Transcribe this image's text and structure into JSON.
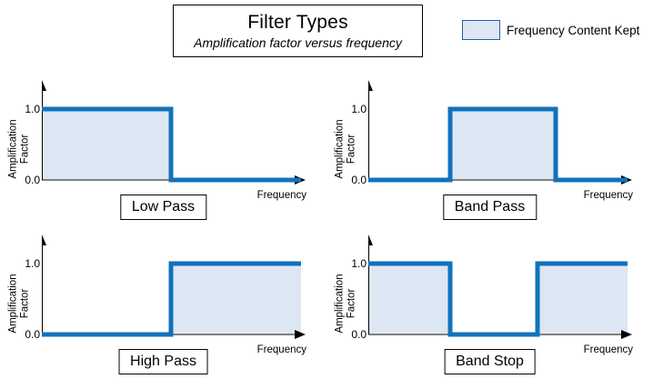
{
  "header": {
    "title": "Filter Types",
    "subtitle": "Amplification factor versus frequency",
    "legend": {
      "label": "Frequency Content Kept",
      "swatch_fill": "#dde7f3",
      "swatch_stroke": "#2b5f9e"
    }
  },
  "style": {
    "line_color": "#1072bc",
    "fill_color": "#dde7f3",
    "axis_color": "#000000",
    "baseline_color": "#808080"
  },
  "axes": {
    "ylabel_line1": "Amplification",
    "ylabel_line2": "Factor",
    "xlabel": "Frequency",
    "tick_high": "1.0",
    "tick_low": "0.0"
  },
  "chart_data": [
    {
      "type": "line",
      "title": "Low Pass",
      "xlabel": "Frequency",
      "ylabel": "Amplification Factor",
      "ylim": [
        0,
        1
      ],
      "xlim": [
        0,
        1
      ],
      "yticks": [
        0.0,
        1.0
      ],
      "ytick_labels": [
        "0.0",
        "1.0"
      ],
      "grid": false,
      "x": [
        0.0,
        0.49,
        0.49,
        1.0
      ],
      "y": [
        1.0,
        1.0,
        0.0,
        0.0
      ],
      "passband": [
        [
          0.0,
          0.49
        ]
      ]
    },
    {
      "type": "line",
      "title": "Band Pass",
      "xlabel": "Frequency",
      "ylabel": "Amplification Factor",
      "ylim": [
        0,
        1
      ],
      "xlim": [
        0,
        1
      ],
      "yticks": [
        0.0,
        1.0
      ],
      "ytick_labels": [
        "0.0",
        "1.0"
      ],
      "grid": false,
      "x": [
        0.0,
        0.31,
        0.31,
        0.71,
        0.71,
        1.0
      ],
      "y": [
        0.0,
        0.0,
        1.0,
        1.0,
        0.0,
        0.0
      ],
      "passband": [
        [
          0.31,
          0.71
        ]
      ]
    },
    {
      "type": "line",
      "title": "High Pass",
      "xlabel": "Frequency",
      "ylabel": "Amplification Factor",
      "ylim": [
        0,
        1
      ],
      "xlim": [
        0,
        1
      ],
      "yticks": [
        0.0,
        1.0
      ],
      "ytick_labels": [
        "0.0",
        "1.0"
      ],
      "grid": false,
      "x": [
        0.0,
        0.49,
        0.49,
        1.0
      ],
      "y": [
        0.0,
        0.0,
        1.0,
        1.0
      ],
      "passband": [
        [
          0.49,
          1.0
        ]
      ]
    },
    {
      "type": "line",
      "title": "Band Stop",
      "xlabel": "Frequency",
      "ylabel": "Amplification Factor",
      "ylim": [
        0,
        1
      ],
      "xlim": [
        0,
        1
      ],
      "yticks": [
        0.0,
        1.0
      ],
      "ytick_labels": [
        "0.0",
        "1.0"
      ],
      "grid": false,
      "x": [
        0.0,
        0.31,
        0.31,
        0.64,
        0.64,
        1.0
      ],
      "y": [
        1.0,
        1.0,
        0.0,
        0.0,
        1.0,
        1.0
      ],
      "passband": [
        [
          0.0,
          0.31
        ],
        [
          0.64,
          1.0
        ]
      ]
    }
  ]
}
